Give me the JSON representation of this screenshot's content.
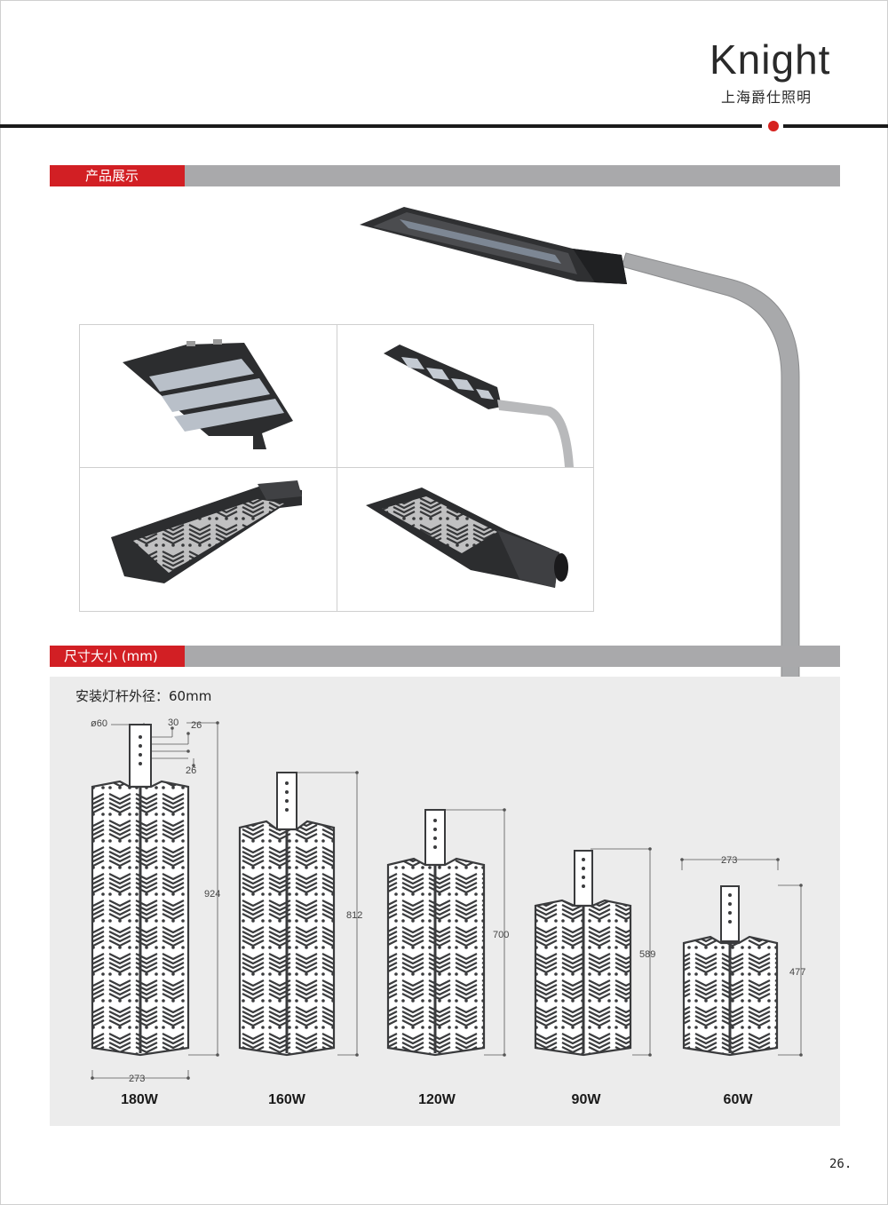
{
  "header": {
    "brand_name": "Knight",
    "brand_sub": "上海爵仕照明"
  },
  "sections": {
    "product_display": "产品展示",
    "dimensions": "尺寸大小 (mm)"
  },
  "dimensions": {
    "pole_note": "安装灯杆外径：60mm",
    "detail_labels": {
      "diameter": "ø60",
      "d30": "30",
      "d26a": "26",
      "d26b": "26"
    },
    "models": [
      {
        "watt": "180W",
        "height": "924",
        "width": "273"
      },
      {
        "watt": "160W",
        "height": "812"
      },
      {
        "watt": "120W",
        "height": "700"
      },
      {
        "watt": "90W",
        "height": "589"
      },
      {
        "watt": "60W",
        "height": "477",
        "width": "273"
      }
    ]
  },
  "footer": {
    "page_number": "26."
  },
  "colors": {
    "accent_red": "#d21f24",
    "bar_gray": "#a9a9ab",
    "panel_gray": "#ececec",
    "fixture_dark": "#3a3b3d"
  }
}
